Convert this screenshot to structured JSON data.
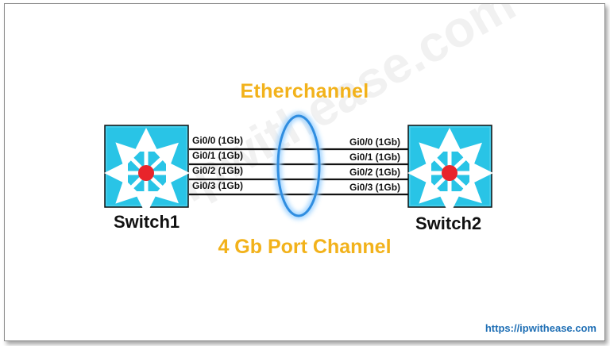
{
  "diagram": {
    "title": "Etherchannel",
    "subtitle": "4 Gb Port Channel",
    "watermark": "ipwithease.com",
    "url": "https://ipwithease.com",
    "switches": [
      {
        "name": "Switch1",
        "ports": [
          "Gi0/0 (1Gb)",
          "Gi0/1 (1Gb)",
          "Gi0/2 (1Gb)",
          "Gi0/3 (1Gb)"
        ]
      },
      {
        "name": "Switch2",
        "ports": [
          "Gi0/0 (1Gb)",
          "Gi0/1 (1Gb)",
          "Gi0/2 (1Gb)",
          "Gi0/3 (1Gb)"
        ]
      }
    ],
    "colors": {
      "title": "#f2b21b",
      "switch_fill": "#29c4e6",
      "switch_center": "#e8242b",
      "bundle_ring": "#2f8de0",
      "url": "#1f6fb5"
    },
    "icons": [
      "switch-icon",
      "switch-icon"
    ]
  }
}
